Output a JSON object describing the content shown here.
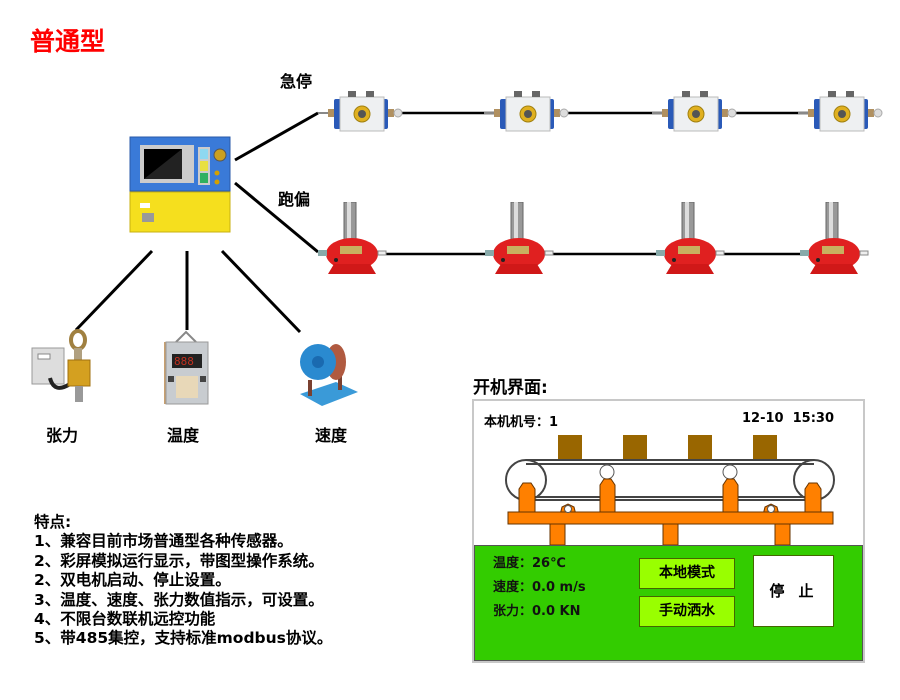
{
  "title": "普通型",
  "labels": {
    "emergency_stop": "急停",
    "deviation": "跑偏",
    "tension": "张力",
    "temperature": "温度",
    "speed": "速度"
  },
  "devices": {
    "controller": "controller-icon",
    "emergency_stop_switch": "emergency-stop-switch-icon",
    "deviation_switch": "deviation-switch-icon",
    "tension_sensor": "tension-sensor-icon",
    "temperature_sensor": "temperature-sensor-icon",
    "speed_sensor": "speed-sensor-icon",
    "temperature_display": "888"
  },
  "features": {
    "heading": "特点:",
    "items": [
      "1、兼容目前市场普通型各种传感器。",
      "2、彩屏模拟运行显示，带图型操作系统。",
      "2、双电机启动、停止设置。",
      "3、温度、速度、张力数值指示，可设置。",
      "4、不限台数联机远控功能",
      "5、带485集控，支持标准modbus协议。"
    ]
  },
  "hmi": {
    "heading": "开机界面:",
    "machine_no": "本机机号：1",
    "datetime": "12-10  15:30",
    "temperature": "温度：26℃",
    "speed": "速度：0.0 m/s",
    "tension": "张力：0.0 KN",
    "local_mode_button": "本地模式",
    "manual_spray_button": "手动洒水",
    "stop_button": "停止",
    "colors": {
      "panel": "#33cc00",
      "button": "#99ff00",
      "frame": "#ff8000",
      "cargo": "#996600"
    }
  }
}
